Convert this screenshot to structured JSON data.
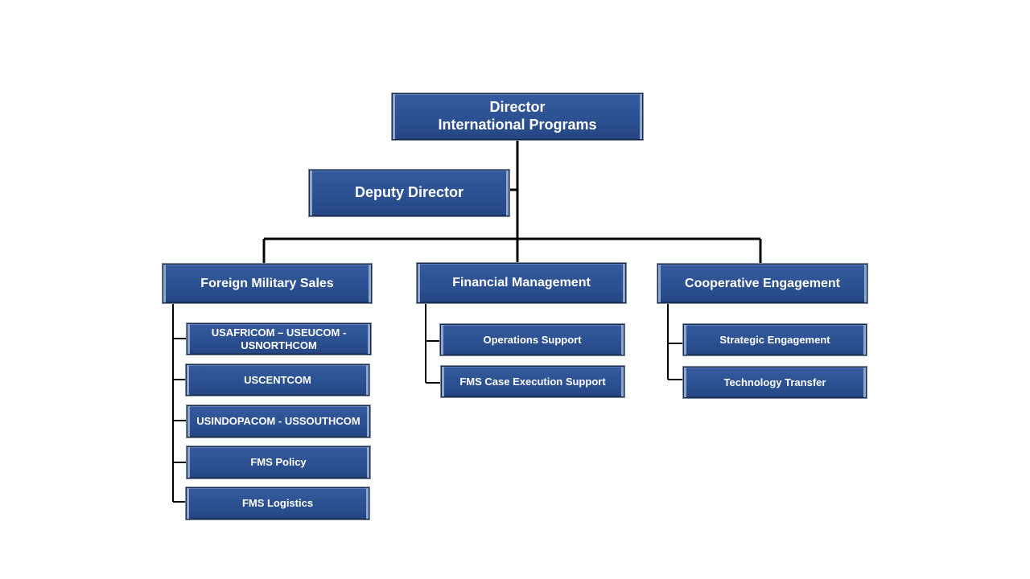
{
  "org_chart": {
    "director": {
      "label": "Director\nInternational Programs"
    },
    "deputy": {
      "label": "Deputy  Director"
    },
    "divisions": [
      {
        "label": "Foreign Military  Sales",
        "units": [
          {
            "label": "USAFRICOM – USEUCOM  -\nUSNORTHCOM"
          },
          {
            "label": "USCENTCOM"
          },
          {
            "label": "USINDOPACOM  - USSOUTHCOM"
          },
          {
            "label": "FMS Policy"
          },
          {
            "label": "FMS Logistics"
          }
        ]
      },
      {
        "label": "Financial Management",
        "units": [
          {
            "label": "Operations Support"
          },
          {
            "label": "FMS Case Execution Support"
          }
        ]
      },
      {
        "label": "Cooperative Engagement",
        "units": [
          {
            "label": "Strategic Engagement"
          },
          {
            "label": "Technology Transfer"
          }
        ]
      }
    ],
    "colors": {
      "box_fill": "#2c5192",
      "box_text": "#ffffff",
      "connector": "#000000"
    }
  }
}
